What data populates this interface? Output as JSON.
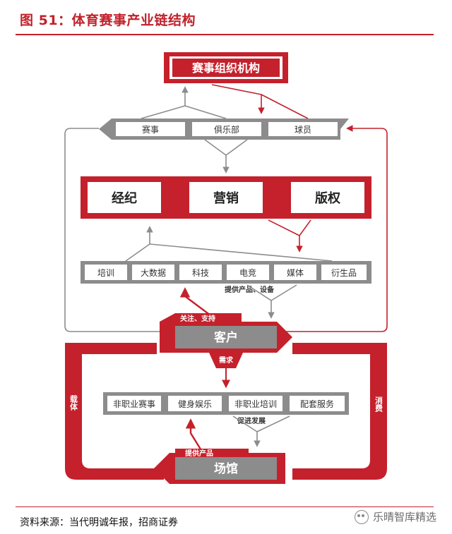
{
  "figure_title": "图 51：体育赛事产业链结构",
  "source": "资料来源：当代明诚年报，招商证券",
  "watermark": "乐晴智库精选",
  "diagram": {
    "organizer": "赛事组织机构",
    "tier1": [
      "赛事",
      "俱乐部",
      "球员"
    ],
    "tier2": [
      "经纪",
      "营销",
      "版权"
    ],
    "tier3": [
      "培训",
      "大数据",
      "科技",
      "电竞",
      "媒体",
      "衍生品"
    ],
    "customer": "客户",
    "venue": "场馆",
    "tier4": [
      "非职业赛事",
      "健身娱乐",
      "非职业培训",
      "配套服务"
    ],
    "labels": {
      "provide_products_equipment": "提供产品、设备",
      "attention_support": "关注、支持",
      "demand": "需求",
      "promote_development": "促进发展",
      "provide_products": "提供产品",
      "carrier": "载体",
      "consumption": "消费"
    }
  },
  "colors": {
    "red": "#c4212c",
    "gray": "#8c8c8c",
    "dark_gray": "#6f6f6f",
    "light_gray": "#bdbdbd"
  }
}
